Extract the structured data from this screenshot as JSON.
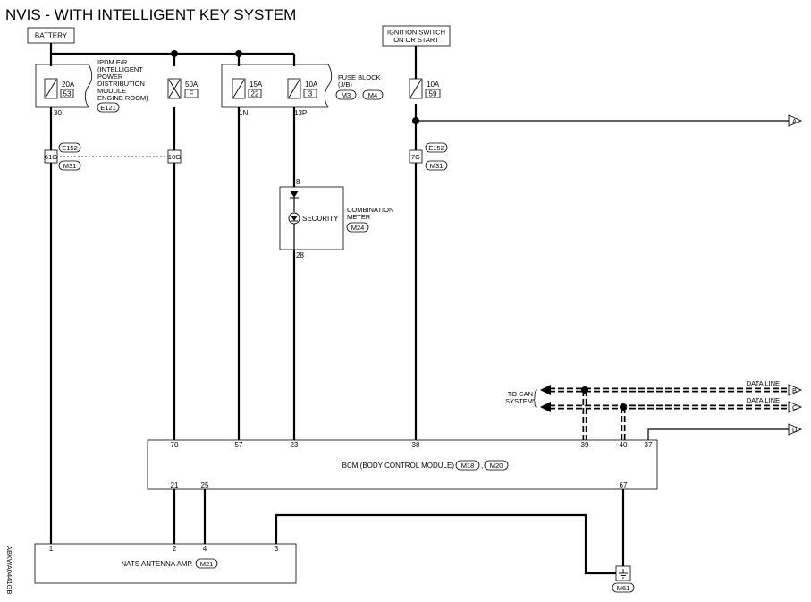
{
  "title": "NVIS - WITH INTELLIGENT KEY SYSTEM",
  "side_code": "ABKWA0441GB",
  "battery": "BATTERY",
  "ignition": {
    "line1": "IGNITION SWITCH",
    "line2": "ON OR START"
  },
  "ipdm": {
    "lines": [
      "IPDM E/R",
      "(INTELLIGENT",
      "POWER",
      "DISTRIBUTION",
      "MODULE",
      "ENGINE ROOM)"
    ],
    "connector": "E121",
    "fuse_amp": "20A",
    "fuse_num": "53",
    "terminal": "30"
  },
  "fusible_link": {
    "amp": "50A",
    "id": "F"
  },
  "fuse_block": {
    "line1": "FUSE BLOCK",
    "line2": "(J/B)",
    "conn1": "M3",
    "conn2": "M4",
    "sep": ",",
    "fuse1_amp": "15A",
    "fuse1_num": "22",
    "fuse1_term": "1N",
    "fuse2_amp": "10A",
    "fuse2_num": "3",
    "fuse2_term": "13P"
  },
  "ign_fuse": {
    "amp": "10A",
    "num": "59"
  },
  "joint_left": {
    "top": "E152",
    "bottom": "M31",
    "pin_a": "61G",
    "pin_b": "10G"
  },
  "joint_right": {
    "top": "E152",
    "bottom": "M31",
    "pin": "7G"
  },
  "meter": {
    "line1": "COMBINATION",
    "line2": "METER",
    "connector": "M24",
    "lamp": "SECURITY",
    "pin_in": "8",
    "pin_out": "28"
  },
  "can": {
    "to_can_1": "TO CAN",
    "to_can_2": "SYSTEM",
    "data_line_1": "DATA LINE",
    "data_line_2": "DATA LINE"
  },
  "arrows": {
    "a": "A",
    "b": "B",
    "c": "C",
    "d": "D"
  },
  "bcm": {
    "label": "BCM (BODY CONTROL MODULE)",
    "conn1": "M18",
    "conn2": "M20",
    "sep": ",",
    "top_pins": [
      "70",
      "57",
      "23",
      "38",
      "39",
      "40",
      "37"
    ],
    "bottom_pins": [
      "21",
      "25",
      "67"
    ]
  },
  "nats": {
    "label": "NATS ANTENNA AMP.",
    "connector": "M21",
    "pins": [
      "1",
      "2",
      "4",
      "3"
    ]
  },
  "ground": {
    "connector": "M61"
  }
}
